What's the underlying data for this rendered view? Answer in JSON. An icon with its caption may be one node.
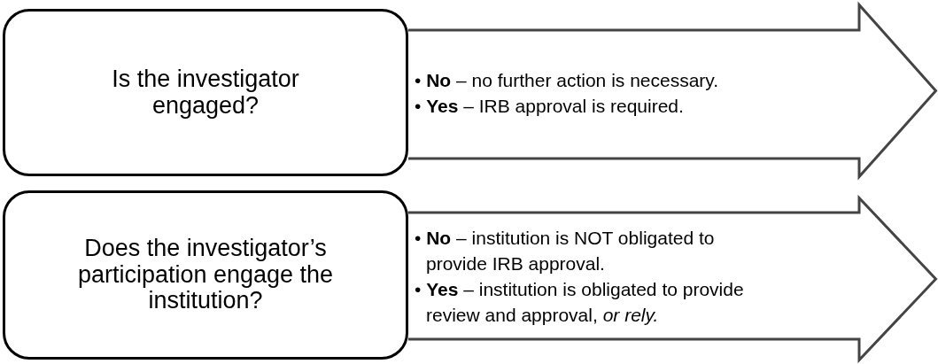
{
  "diagram": {
    "nodes": [
      {
        "text": [
          "Is the investigator engaged?"
        ]
      },
      {
        "text": [
          "• **No** – no further action is necessary.",
          "• **Yes** – IRB approval is required."
        ]
      },
      {
        "text": [
          "Does the investigator’s participation engage the institution?"
        ]
      },
      {
        "text": [
          "• **No** – institution is NOT obligated to provide IRB approval.",
          "• **Yes** – institution is obligated to provide review and approval, *or rely.*"
        ]
      }
    ],
    "edges": []
  }
}
